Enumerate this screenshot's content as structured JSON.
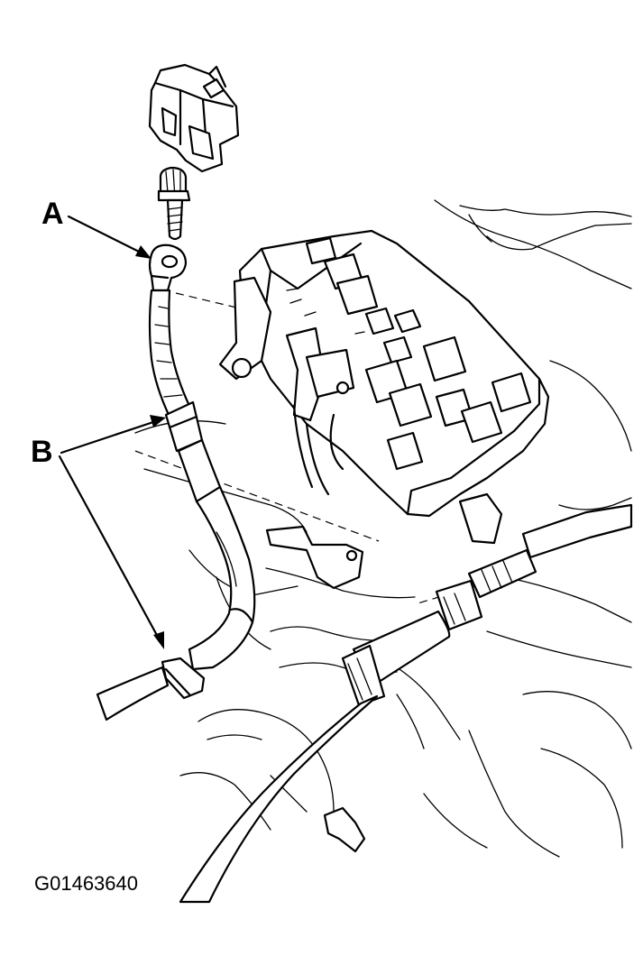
{
  "callouts": {
    "a": "A",
    "b": "B"
  },
  "figure_id": "G01463640",
  "colors": {
    "line": "#000000",
    "background": "#ffffff"
  }
}
